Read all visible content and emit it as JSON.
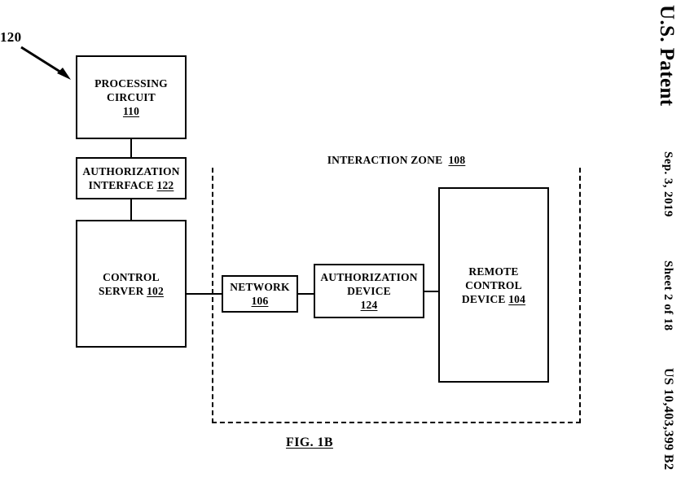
{
  "page": {
    "margin": {
      "patent_office": "U.S. Patent",
      "date": "Sep. 3, 2019",
      "sheet": "Sheet 2 of 18",
      "patent_number": "US 10,403,399 B2"
    },
    "figure_caption": "FIG. 1B",
    "system_reference_numeral": "120",
    "background_color": "#ffffff",
    "ink_color": "#000000"
  },
  "diagram": {
    "type": "block-diagram",
    "zone": {
      "name": "interaction-zone",
      "label": "INTERACTION ZONE",
      "reference": "108",
      "border_style": "dashed"
    },
    "blocks": [
      {
        "id": "processing-circuit",
        "lines": [
          "PROCESSING",
          "CIRCUIT"
        ],
        "reference": "110",
        "reference_on_own_line": true,
        "inside_zone": false
      },
      {
        "id": "authorization-interface",
        "lines": [
          "AUTHORIZATION",
          "INTERFACE"
        ],
        "reference": "122",
        "reference_on_own_line": false,
        "inside_zone": false
      },
      {
        "id": "control-server",
        "lines": [
          "CONTROL",
          "SERVER"
        ],
        "reference": "102",
        "reference_on_own_line": false,
        "inside_zone": false
      },
      {
        "id": "network",
        "lines": [
          "NETWORK"
        ],
        "reference": "106",
        "reference_on_own_line": true,
        "inside_zone": true
      },
      {
        "id": "authorization-device",
        "lines": [
          "AUTHORIZATION",
          "DEVICE"
        ],
        "reference": "124",
        "reference_on_own_line": true,
        "inside_zone": true
      },
      {
        "id": "remote-control-device",
        "lines": [
          "REMOTE",
          "CONTROL",
          "DEVICE"
        ],
        "reference": "104",
        "reference_on_own_line": false,
        "inside_zone": true
      }
    ],
    "connections": [
      {
        "from": "processing-circuit",
        "to": "authorization-interface",
        "orientation": "vertical"
      },
      {
        "from": "authorization-interface",
        "to": "control-server",
        "orientation": "vertical"
      },
      {
        "from": "control-server",
        "to": "network",
        "orientation": "horizontal"
      },
      {
        "from": "network",
        "to": "authorization-device",
        "orientation": "horizontal"
      },
      {
        "from": "authorization-device",
        "to": "remote-control-device",
        "orientation": "horizontal"
      }
    ]
  }
}
